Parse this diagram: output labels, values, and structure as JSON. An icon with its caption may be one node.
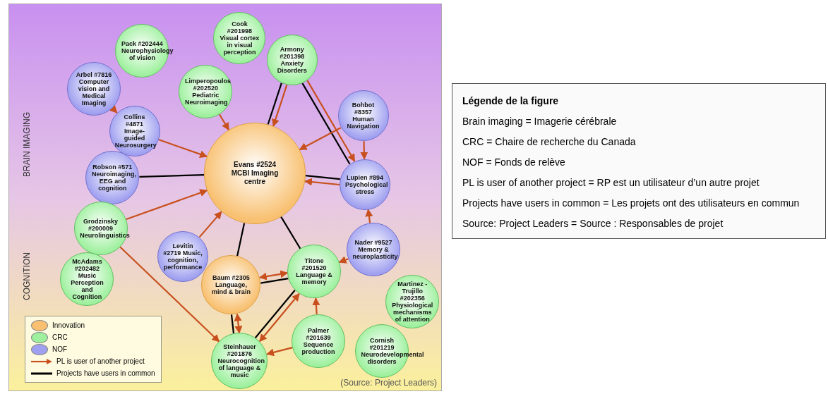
{
  "diagram": {
    "nodes": [
      {
        "text": [
          "Pack #202444 Neurophysiology of vision"
        ]
      },
      {
        "text": [
          "Cook #201998 Visual cortex in visual perception"
        ]
      },
      {
        "text": [
          "Arbel #7816 Computer vision and Medical Imaging"
        ]
      },
      {
        "text": [
          "Limperopoulos #202520 Pediatric Neuroimaging"
        ]
      },
      {
        "text": [
          "Armony #201398 Anxiety Disorders"
        ]
      },
      {
        "text": [
          "Bohbot #8357 Human Navigation"
        ]
      },
      {
        "text": [
          "Collins #4871 Image-guided Neurosurgery"
        ]
      },
      {
        "text": [
          "Robson #571 Neuroimaging, EEG and cognition"
        ]
      },
      {
        "text": [
          "Evans #2524 MCBI Imaging centre"
        ]
      },
      {
        "text": [
          "Lupien #894 Psychological stress"
        ]
      },
      {
        "text": [
          "Grodzinsky #200009 Neurolinguistics"
        ]
      },
      {
        "text": [
          "Nader #9527 Memory & neuroplasticity"
        ]
      },
      {
        "text": [
          "Levitin #2719 Music, cognition, performance"
        ]
      },
      {
        "text": [
          "Baum #2305 Language, mind & brain"
        ]
      },
      {
        "text": [
          "Titone #201520 Language & memory"
        ]
      },
      {
        "text": [
          "McAdams #202482 Music Perception and Cognition"
        ]
      },
      {
        "text": [
          "Martinez -Trujillo #202356 Physiological mechanisms of attention"
        ]
      },
      {
        "text": [
          "Cornish #201219 Neurodevelopmental disorders"
        ]
      },
      {
        "text": [
          "Palmer #201639 Sequence production"
        ]
      },
      {
        "text": [
          "Steinhauer #201876 Neurocognition of language & music"
        ]
      }
    ],
    "edges": [
      {
        "from": 2,
        "to": 6,
        "arrow": "to"
      },
      {
        "from": 6,
        "to": 8,
        "arrow": "to"
      },
      {
        "from": 3,
        "to": 8,
        "arrow": "to"
      },
      {
        "from": 4,
        "to": 8,
        "arrow": "to"
      },
      {
        "from": 4,
        "to": 8,
        "arrow": "none",
        "color": "#000000"
      },
      {
        "from": 4,
        "to": 9,
        "arrow": "to"
      },
      {
        "from": 4,
        "to": 9,
        "arrow": "none",
        "color": "#000000"
      },
      {
        "from": 5,
        "to": 8,
        "arrow": "to"
      },
      {
        "from": 5,
        "to": 9,
        "arrow": "to"
      },
      {
        "from": 7,
        "to": 8,
        "arrow": "none",
        "color": "#000000"
      },
      {
        "from": 9,
        "to": 8,
        "arrow": "none",
        "color": "#000000"
      },
      {
        "from": 9,
        "to": 8,
        "arrow": "to"
      },
      {
        "from": 11,
        "to": 9,
        "arrow": "to"
      },
      {
        "from": 10,
        "to": 8,
        "arrow": "to"
      },
      {
        "from": 12,
        "to": 8,
        "arrow": "to"
      },
      {
        "from": 8,
        "to": 13,
        "arrow": "none",
        "color": "#000000"
      },
      {
        "from": 8,
        "to": 14,
        "arrow": "none",
        "color": "#000000"
      },
      {
        "from": 11,
        "to": 14,
        "arrow": "to"
      },
      {
        "from": 14,
        "to": 13,
        "arrow": "both"
      },
      {
        "from": 14,
        "to": 13,
        "arrow": "none",
        "color": "#000000"
      },
      {
        "from": 10,
        "to": 19,
        "arrow": "to"
      },
      {
        "from": 13,
        "to": 19,
        "arrow": "both"
      },
      {
        "from": 13,
        "to": 19,
        "arrow": "none",
        "color": "#000000"
      },
      {
        "from": 19,
        "to": 14,
        "arrow": "both"
      },
      {
        "from": 19,
        "to": 14,
        "arrow": "none",
        "color": "#000000"
      },
      {
        "from": 18,
        "to": 14,
        "arrow": "to"
      },
      {
        "from": 18,
        "to": 19,
        "arrow": "to"
      }
    ],
    "labels": [
      "BRAIN IMAGING",
      "COGNITION",
      "(Source: Project Leaders)",
      "Légende de la figure",
      "Brain imaging = Imagerie cérébrale",
      "CRC = Chaire de recherche du Canada",
      "NOF = Fonds de relève",
      "PL is user of another project = RP est un utilisateur d’un autre projet",
      "Projects have users in common = Les projets ont des utilisateurs en commun",
      "Source: Project Leaders = Source : Responsables de projet"
    ],
    "legend": [
      {
        "text": "Innovation",
        "color": "#f8c070"
      },
      {
        "text": "CRC",
        "color": "#9ef09e"
      },
      {
        "text": "NOF",
        "color": "#a0a0f0"
      },
      {
        "text": "PL is user of another project"
      },
      {
        "text": "Projects have users in common"
      }
    ]
  }
}
